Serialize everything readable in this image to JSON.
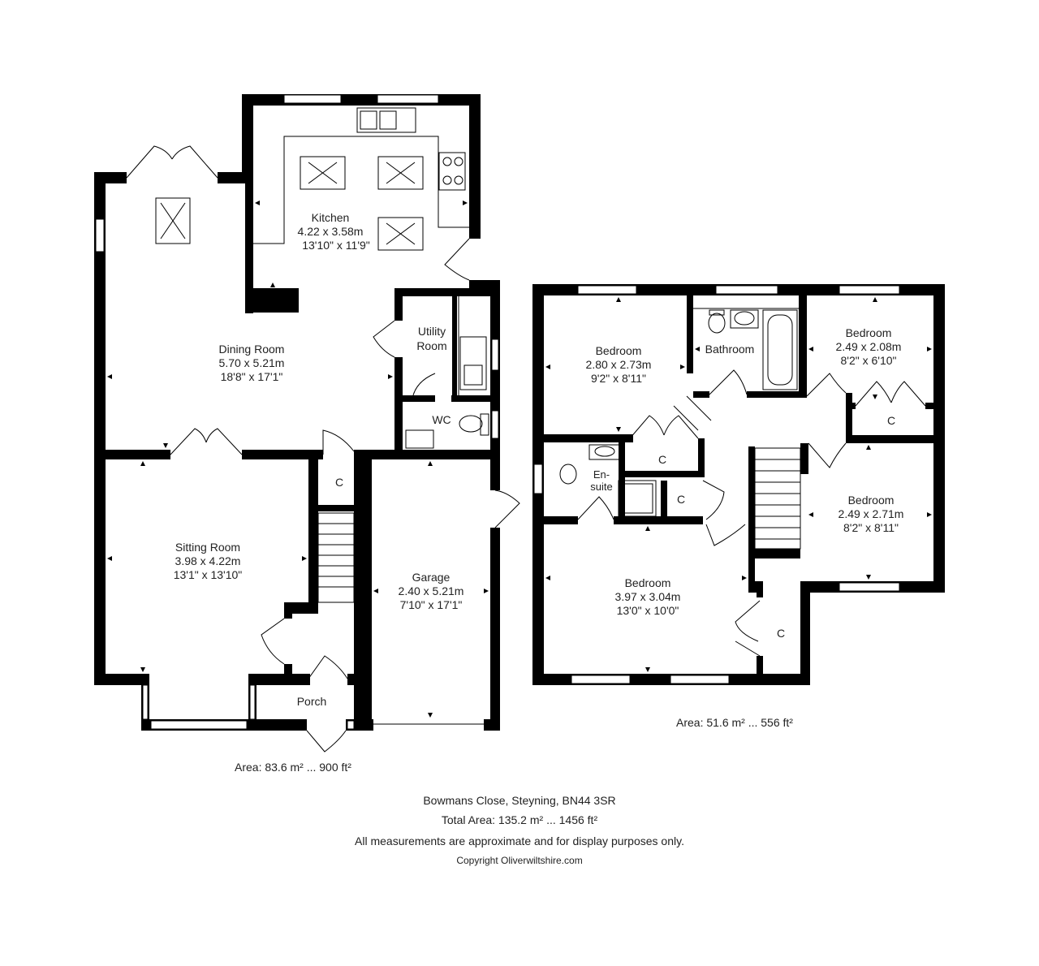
{
  "ground_floor": {
    "rooms": {
      "kitchen": {
        "name": "Kitchen",
        "metric": "4.22 x 3.58m",
        "imperial": "13'10\" x 11'9\""
      },
      "dining": {
        "name": "Dining Room",
        "metric": "5.70 x 5.21m",
        "imperial": "18'8\" x 17'1\""
      },
      "utility": {
        "name_line1": "Utility",
        "name_line2": "Room"
      },
      "wc": {
        "name": "WC"
      },
      "sitting": {
        "name": "Sitting Room",
        "metric": "3.98 x 4.22m",
        "imperial": "13'1\" x 13'10\""
      },
      "garage": {
        "name": "Garage",
        "metric": "2.40 x 5.21m",
        "imperial": "7'10\" x 17'1\""
      },
      "porch": {
        "name": "Porch"
      },
      "cupboard": {
        "name": "C"
      }
    },
    "area": "Area: 83.6 m² ... 900 ft²"
  },
  "first_floor": {
    "rooms": {
      "bedroom_tl": {
        "name": "Bedroom",
        "metric": "2.80 x 2.73m",
        "imperial": "9'2\" x 8'11\""
      },
      "bathroom": {
        "name": "Bathroom"
      },
      "bedroom_tr": {
        "name": "Bedroom",
        "metric": "2.49 x 2.08m",
        "imperial": "8'2\" x 6'10\""
      },
      "ensuite": {
        "name_line1": "En-",
        "name_line2": "suite"
      },
      "bedroom_mid_r": {
        "name": "Bedroom",
        "metric": "2.49 x 2.71m",
        "imperial": "8'2\" x 8'11\""
      },
      "bedroom_main": {
        "name": "Bedroom",
        "metric": "3.97 x 3.04m",
        "imperial": "13'0\" x 10'0\""
      },
      "cupboard_1": {
        "name": "C"
      },
      "cupboard_2": {
        "name": "C"
      },
      "cupboard_3": {
        "name": "C"
      },
      "cupboard_4": {
        "name": "C"
      }
    },
    "area": "Area: 51.6 m² ... 556 ft²"
  },
  "footer": {
    "address": "Bowmans Close, Steyning, BN44 3SR",
    "total_area": "Total Area: 135.2 m² ... 1456 ft²",
    "disclaimer": "All measurements are approximate and for display purposes only.",
    "copyright": "Copyright Oliverwiltshire.com"
  }
}
